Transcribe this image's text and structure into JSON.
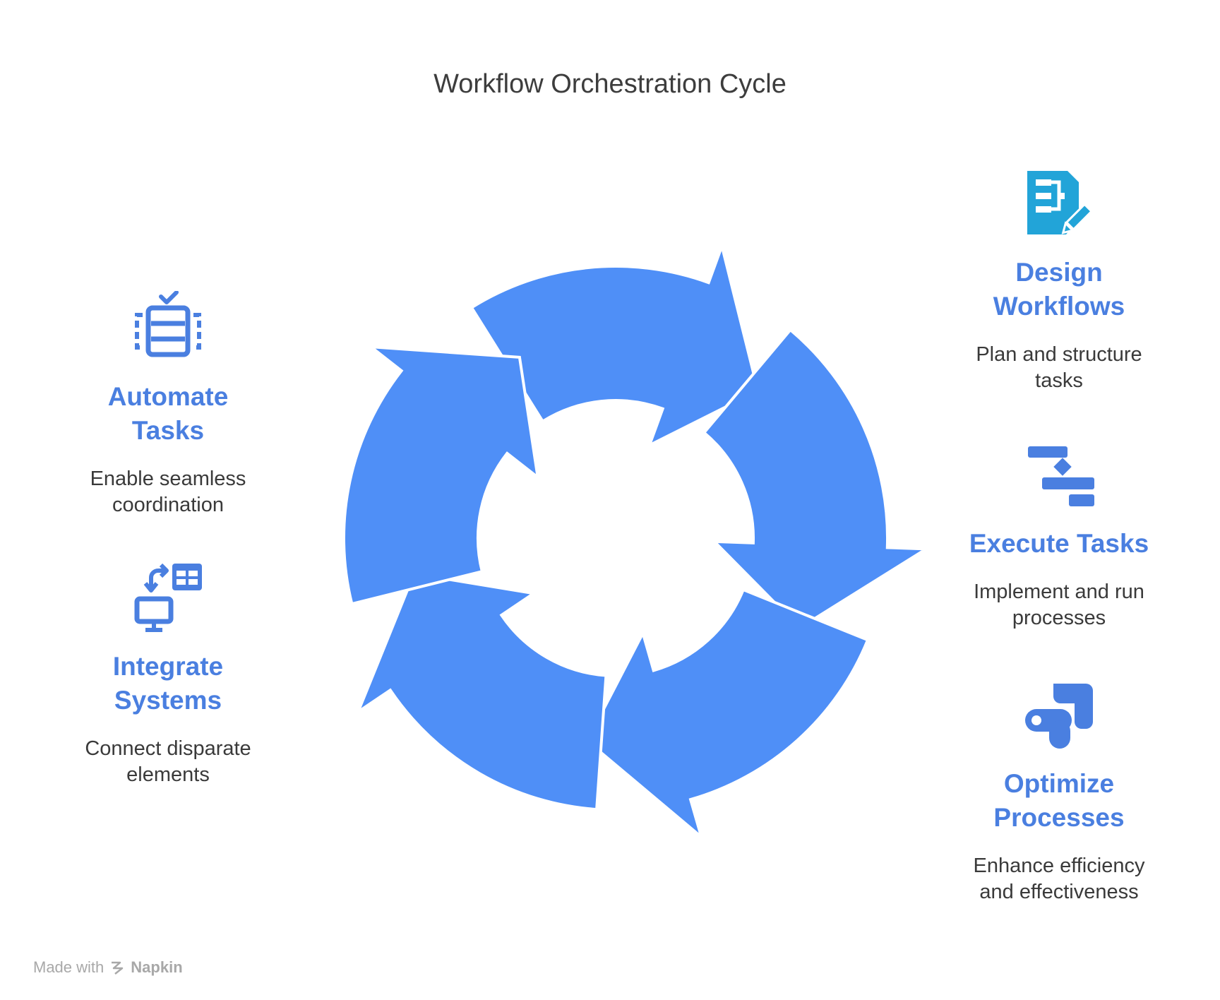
{
  "title": "Workflow Orchestration Cycle",
  "colors": {
    "arrow_fill": "#4f8ff7",
    "arrow_stroke": "#ffffff",
    "heading": "#4a7fe0",
    "icon_primary": "#4a7fe0",
    "icon_design": "#22a4d8",
    "text": "#3a3a3a"
  },
  "steps": [
    {
      "title_line1": "Design",
      "title_line2": "Workflows",
      "desc_line1": "Plan and structure",
      "desc_line2": "tasks",
      "icon": "workflow-document-pencil-icon"
    },
    {
      "title_line1": "Execute Tasks",
      "title_line2": "",
      "desc_line1": "Implement and run",
      "desc_line2": "processes",
      "icon": "gantt-bars-icon"
    },
    {
      "title_line1": "Optimize",
      "title_line2": "Processes",
      "desc_line1": "Enhance efficiency",
      "desc_line2": "and effectiveness",
      "icon": "pipeline-icon"
    },
    {
      "title_line1": "Integrate",
      "title_line2": "Systems",
      "desc_line1": "Connect disparate",
      "desc_line2": "elements",
      "icon": "monitor-table-sync-icon"
    },
    {
      "title_line1": "Automate",
      "title_line2": "Tasks",
      "desc_line1": "Enable seamless",
      "desc_line2": "coordination",
      "icon": "checklist-server-icon"
    }
  ],
  "watermark": {
    "prefix": "Made with",
    "brand": "Napkin"
  }
}
